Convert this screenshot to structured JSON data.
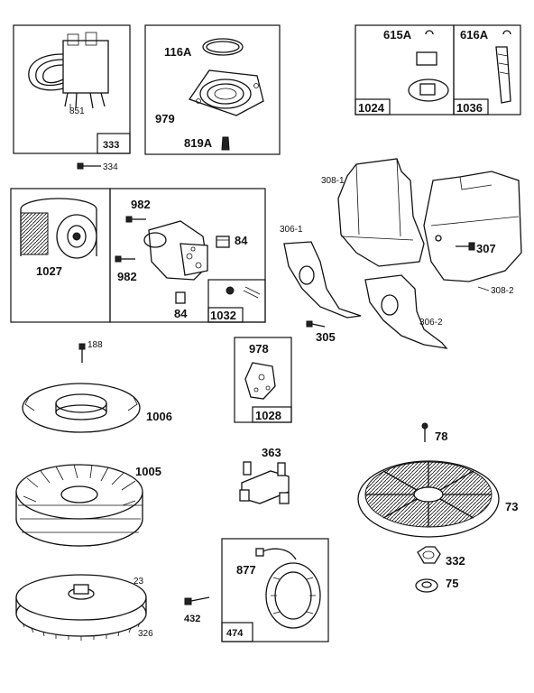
{
  "colors": {
    "ink": "#111111",
    "paper": "#ffffff"
  },
  "parts": {
    "p851": "851",
    "p333": "333",
    "p334": "334",
    "p116A": "116A",
    "p979": "979",
    "p819A": "819A",
    "p615A": "615A",
    "p616A": "616A",
    "p1024": "1024",
    "p1036": "1036",
    "p308_1": "308-1",
    "p308_2": "308-2",
    "p306_1": "306-1",
    "p306_2": "306-2",
    "p307": "307",
    "p305": "305",
    "p1027": "1027",
    "p982a": "982",
    "p982b": "982",
    "p84a": "84",
    "p84b": "84",
    "p1032": "1032",
    "p188": "188",
    "p1006": "1006",
    "p978": "978",
    "p1028": "1028",
    "p1005": "1005",
    "p363": "363",
    "p78": "78",
    "p73": "73",
    "p332": "332",
    "p75": "75",
    "p23": "23",
    "p326": "326",
    "p432": "432",
    "p877": "877",
    "p474": "474"
  }
}
